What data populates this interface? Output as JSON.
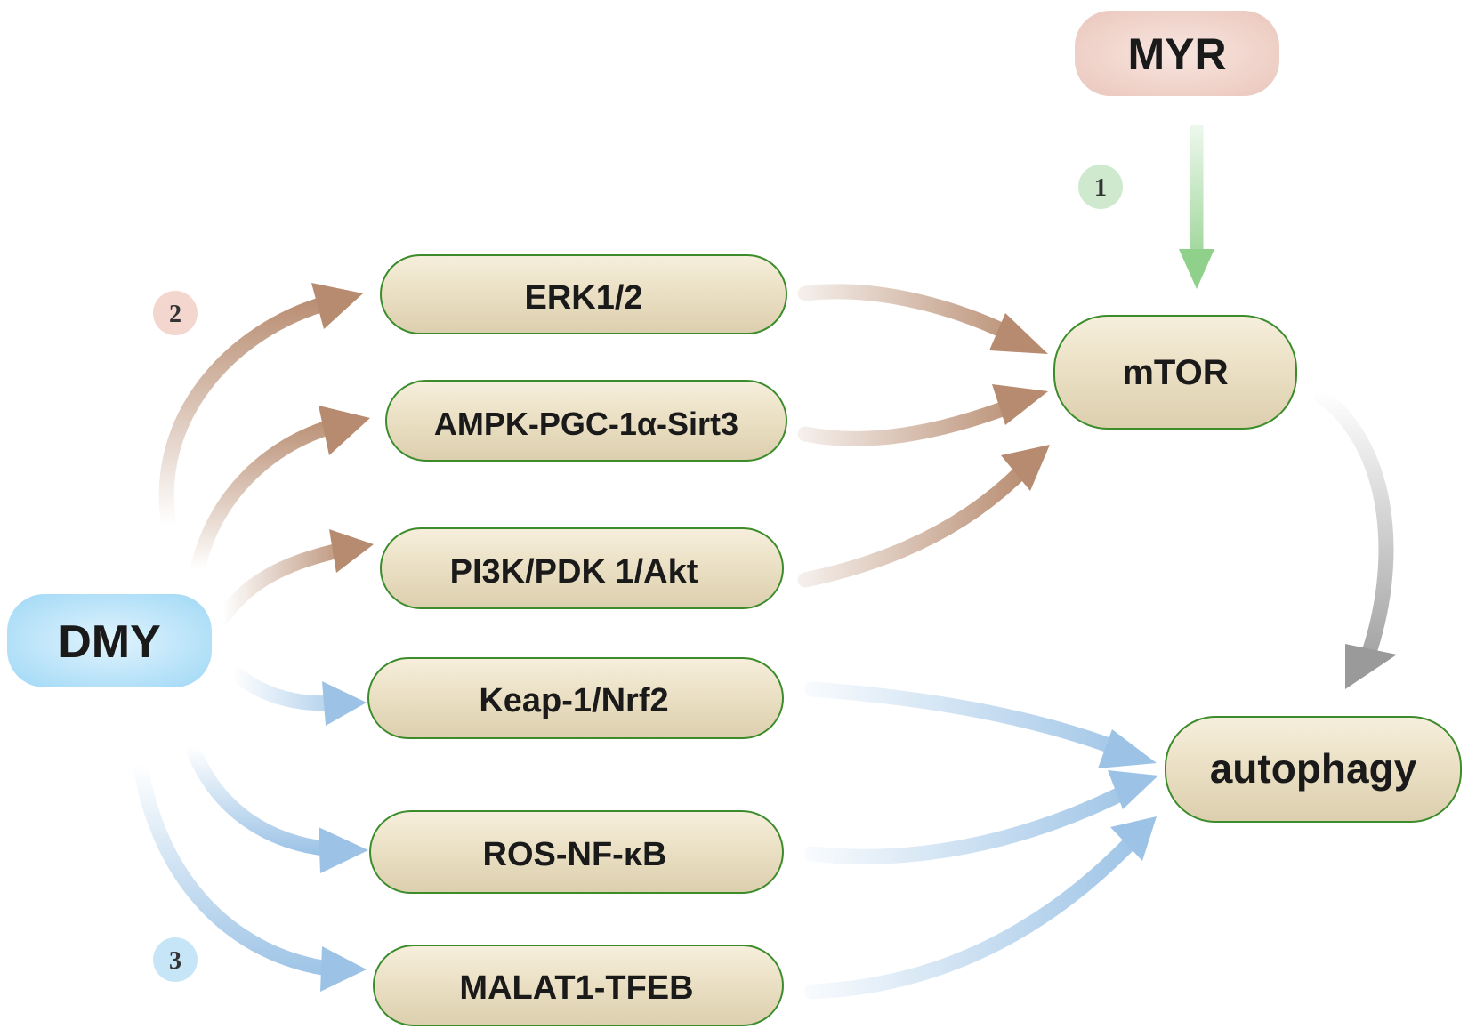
{
  "diagram": {
    "sources": {
      "myr": {
        "label": "MYR",
        "color": "#f2d6cf"
      },
      "dmy": {
        "label": "DMY",
        "color": "#bfe6fb"
      }
    },
    "pathways": [
      {
        "id": "erk",
        "label": "ERK1/2",
        "group": "brown"
      },
      {
        "id": "ampk",
        "label": "AMPK-PGC-1α-Sirt3",
        "group": "brown"
      },
      {
        "id": "pi3k",
        "label": "PI3K/PDK 1/Akt",
        "group": "brown"
      },
      {
        "id": "keap",
        "label": "Keap-1/Nrf2",
        "group": "blue"
      },
      {
        "id": "ros",
        "label": "ROS-NF-κB",
        "group": "blue"
      },
      {
        "id": "malat",
        "label": "MALAT1-TFEB",
        "group": "blue"
      }
    ],
    "targets": {
      "mtor": {
        "label": "mTOR"
      },
      "autophagy": {
        "label": "autophagy"
      }
    },
    "badges": [
      {
        "id": "1",
        "label": "1",
        "color": "#cfe9cf"
      },
      {
        "id": "2",
        "label": "2",
        "color": "#f3d7cf"
      },
      {
        "id": "3",
        "label": "3",
        "color": "#c6e6f8"
      }
    ],
    "colors": {
      "node_fill": "#eadfc3",
      "node_stroke": "#3c8c2c",
      "arrow_brown": "#b78b6f",
      "arrow_blue": "#9cc3e6",
      "arrow_green": "#8fd08a",
      "arrow_gray": "#9a9a9a"
    }
  }
}
